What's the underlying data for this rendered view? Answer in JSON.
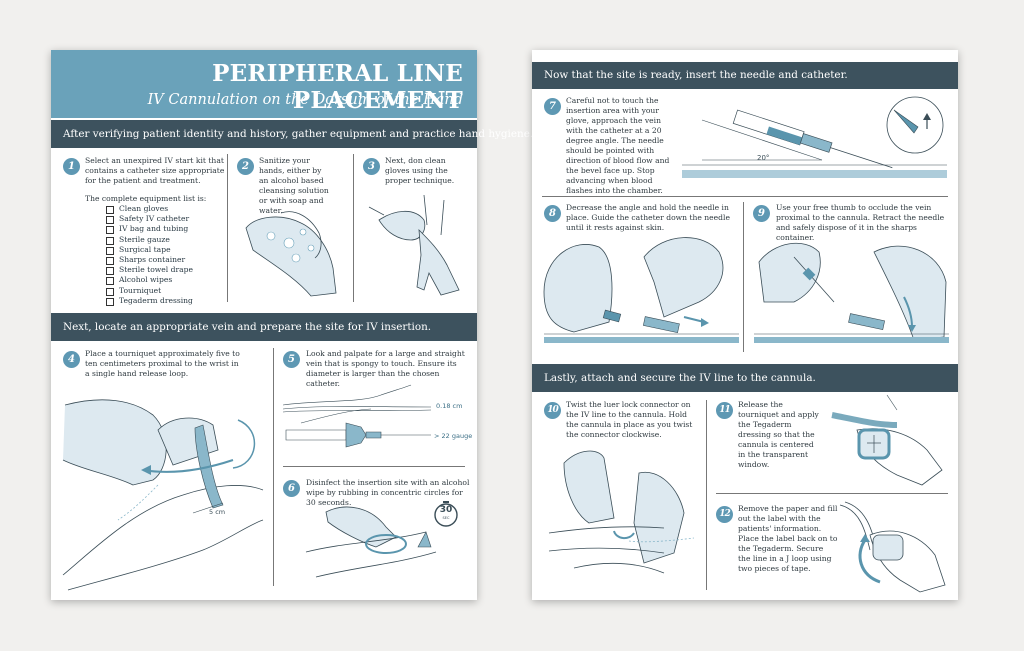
{
  "left_panel": {
    "title": "PERIPHERAL LINE PLACEMENT",
    "subtitle": "IV Cannulation on the Dorsum of the Hand",
    "sections": [
      {
        "heading": "After verifying patient identity and history, gather equipment and practice hand hygiene."
      },
      {
        "heading": "Next, locate an appropriate vein and prepare the site for IV insertion."
      }
    ],
    "steps": [
      {
        "number": "1",
        "text": "Select an unexpired IV start kit that contains a catheter size appropriate for the patient and treatment."
      },
      {
        "number": "2",
        "text": "Sanitize your hands, either by an alcohol based cleansing solution or with soap and water."
      },
      {
        "number": "3",
        "text": "Next, don clean gloves using the proper technique."
      },
      {
        "number": "4",
        "text": "Place a tourniquet approximately five to ten centimeters proximal to the wrist in a single hand release loop."
      },
      {
        "number": "5",
        "text": "Look and palpate for a large and straight vein that is spongy to touch. Ensure its diameter is larger than the chosen catheter."
      },
      {
        "number": "6",
        "text": "Disinfect the insertion site with an alcohol wipe by rubbing in concentric circles for 30 seconds."
      }
    ],
    "equipment_intro": "The complete equipment list is:",
    "equipment": [
      "Clean gloves",
      "Safety IV catheter",
      "IV bag and tubing",
      "Sterile gauze",
      "Surgical tape",
      "Sharps container",
      "Sterile towel drape",
      "Alcohol wipes",
      "Tourniquet",
      "Tegaderm dressing"
    ],
    "labels": {
      "tourniquet_distance": "5 cm",
      "vein_diameter": "0.18 cm",
      "catheter_gauge": "> 22 gauge",
      "timer_value": "30",
      "timer_unit": "SEC"
    }
  },
  "right_panel": {
    "sections": [
      {
        "heading": "Now that the site is ready, insert the needle and catheter."
      },
      {
        "heading": "Lastly, attach and secure the IV line to the cannula."
      }
    ],
    "steps": [
      {
        "number": "7",
        "text": "Careful not to touch the insertion area with your glove, approach the vein with the catheter at a 20 degree angle. The needle should be pointed with direction of blood flow and the bevel face up. Stop advancing when blood flashes into the chamber."
      },
      {
        "number": "8",
        "text": "Decrease the angle and hold the needle in place. Guide the catheter down the needle until it rests against skin."
      },
      {
        "number": "9",
        "text": "Use your free thumb to occlude the vein proximal to the cannula. Retract the needle and safely dispose of it in the sharps container."
      },
      {
        "number": "10",
        "text": "Twist the luer lock connector on the IV line to the cannula. Hold the cannula in place as you twist the connector clockwise."
      },
      {
        "number": "11",
        "text": "Release the tourniquet and apply the Tegaderm dressing so that the cannula is centered in the transparent window."
      },
      {
        "number": "12",
        "text": "Remove the paper and fill out the label with the patients' information. Place the label back on to the Tegaderm. Secure the line in a J loop using two pieces of tape."
      }
    ],
    "labels": {
      "insertion_angle": "20°"
    }
  },
  "colors": {
    "title_band": "#6aa2ba",
    "section_bar": "#3d525e",
    "badge": "#5e98b3",
    "illustration_accent": "#5a95ad",
    "glove_fill": "#dde9f0",
    "background": "#f1f0ee"
  }
}
